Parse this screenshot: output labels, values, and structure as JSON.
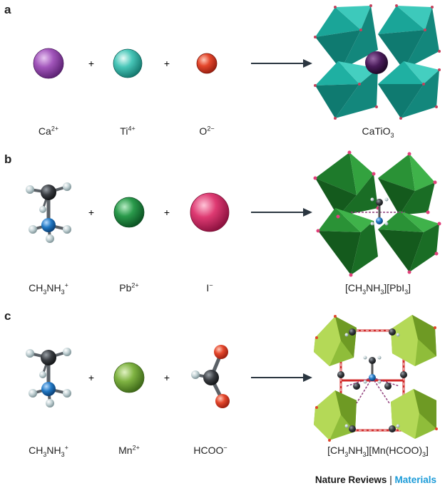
{
  "panels": {
    "a": {
      "letter": "a",
      "ion1": {
        "main": "Ca",
        "sup": "2+"
      },
      "ion2": {
        "main": "Ti",
        "sup": "4+"
      },
      "ion3": {
        "main": "O",
        "sup": "2−"
      },
      "product": {
        "p1": "CaTiO",
        "s1": "3"
      },
      "plus": "+"
    },
    "b": {
      "letter": "b",
      "ion1": {
        "p1": "CH",
        "s1": "3",
        "p2": "NH",
        "s2": "3",
        "sup": "+"
      },
      "ion2": {
        "main": "Pb",
        "sup": "2+"
      },
      "ion3": {
        "main": "I",
        "sup": "−"
      },
      "product": {
        "p1": "[CH",
        "s1": "3",
        "p2": "NH",
        "s2": "3",
        "p3": "][PbI",
        "s3": "3",
        "p4": "]"
      },
      "plus": "+"
    },
    "c": {
      "letter": "c",
      "ion1": {
        "p1": "CH",
        "s1": "3",
        "p2": "NH",
        "s2": "3",
        "sup": "+"
      },
      "ion2": {
        "main": "Mn",
        "sup": "2+"
      },
      "ion3": {
        "main": "HCOO",
        "sup": "−"
      },
      "product": {
        "p1": "[CH",
        "s1": "3",
        "p2": "NH",
        "s2": "3",
        "p3": "][Mn(HCOO)",
        "s3": "3",
        "p4": "]"
      },
      "plus": "+"
    }
  },
  "footer": {
    "journal": "Nature Reviews",
    "separator": "|",
    "subject": "Materials"
  },
  "colors": {
    "calcium": "#8e3fa6",
    "titanium": "#33b3a6",
    "oxygen": "#e0452b",
    "lead": "#1f8a3f",
    "iodide": "#d6336c",
    "manganese": "#78a83a",
    "carbon": "#2f3236",
    "nitrogen": "#1c6fb8",
    "hydrogen": "#b9c9cc",
    "teal_octahedron": "#17978c",
    "green_octahedron": "#22882e",
    "lime_polyhedron": "#96c23c",
    "arrow": "#2b3640",
    "journal_accent": "#1b9bd8"
  }
}
